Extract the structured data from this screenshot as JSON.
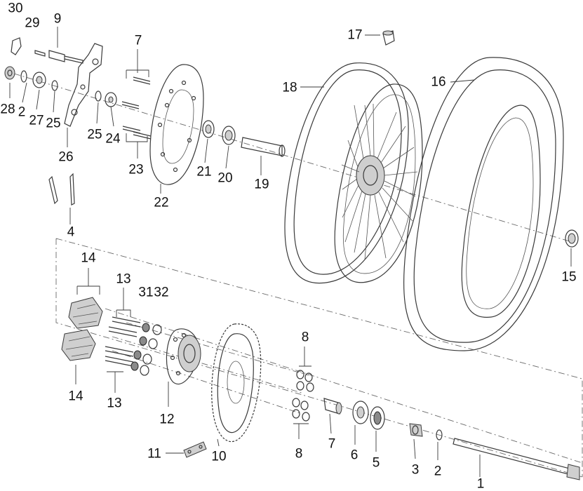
{
  "labels": [
    {
      "id": "p30",
      "text": "30"
    },
    {
      "id": "p29",
      "text": "29"
    },
    {
      "id": "p9",
      "text": "9"
    },
    {
      "id": "p7a",
      "text": "7"
    },
    {
      "id": "p17",
      "text": "17"
    },
    {
      "id": "p18",
      "text": "18"
    },
    {
      "id": "p16",
      "text": "16"
    },
    {
      "id": "p28",
      "text": "28"
    },
    {
      "id": "p2a",
      "text": "2"
    },
    {
      "id": "p27",
      "text": "27"
    },
    {
      "id": "p25a",
      "text": "25"
    },
    {
      "id": "p26",
      "text": "26"
    },
    {
      "id": "p25b",
      "text": "25"
    },
    {
      "id": "p24",
      "text": "24"
    },
    {
      "id": "p23",
      "text": "23"
    },
    {
      "id": "p22",
      "text": "22"
    },
    {
      "id": "p21",
      "text": "21"
    },
    {
      "id": "p20",
      "text": "20"
    },
    {
      "id": "p19",
      "text": "19"
    },
    {
      "id": "p4",
      "text": "4"
    },
    {
      "id": "p14a",
      "text": "14"
    },
    {
      "id": "p13a",
      "text": "13"
    },
    {
      "id": "p31",
      "text": "31"
    },
    {
      "id": "p32",
      "text": "32"
    },
    {
      "id": "p15",
      "text": "15"
    },
    {
      "id": "p8a",
      "text": "8"
    },
    {
      "id": "p14b",
      "text": "14"
    },
    {
      "id": "p13b",
      "text": "13"
    },
    {
      "id": "p12",
      "text": "12"
    },
    {
      "id": "p7b",
      "text": "7"
    },
    {
      "id": "p6",
      "text": "6"
    },
    {
      "id": "p5",
      "text": "5"
    },
    {
      "id": "p8b",
      "text": "8"
    },
    {
      "id": "p3",
      "text": "3"
    },
    {
      "id": "p2b",
      "text": "2"
    },
    {
      "id": "p11",
      "text": "11"
    },
    {
      "id": "p10",
      "text": "10"
    },
    {
      "id": "p1",
      "text": "1"
    }
  ]
}
